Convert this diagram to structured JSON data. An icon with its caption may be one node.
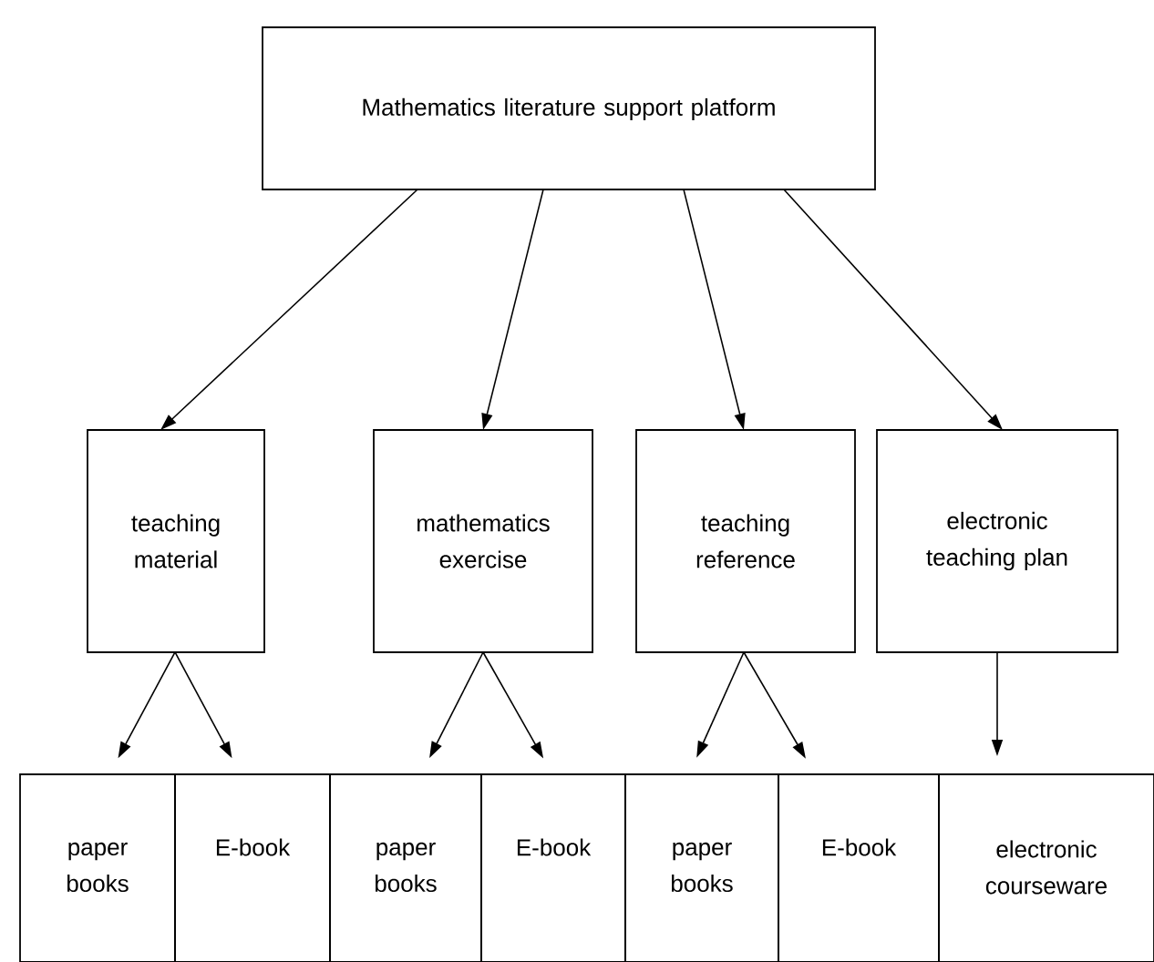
{
  "diagram": {
    "nodes": [
      {
        "text": [
          "Mathematics literature support platform"
        ]
      },
      {
        "text": [
          "teaching material"
        ]
      },
      {
        "text": [
          "mathematics exercise"
        ]
      },
      {
        "text": [
          "teaching reference"
        ]
      },
      {
        "text": [
          "electronic teaching plan"
        ]
      },
      {
        "text": [
          "paper books"
        ]
      },
      {
        "text": [
          "E-book"
        ]
      },
      {
        "text": [
          "paper books"
        ]
      },
      {
        "text": [
          "E-book"
        ]
      },
      {
        "text": [
          "paper books"
        ]
      },
      {
        "text": [
          "E-book"
        ]
      },
      {
        "text": [
          "electronic courseware"
        ]
      }
    ],
    "edges": [
      {
        "from": 0,
        "to": 1,
        "arrow": "to"
      },
      {
        "from": 0,
        "to": 2,
        "arrow": "to"
      },
      {
        "from": 0,
        "to": 3,
        "arrow": "to"
      },
      {
        "from": 0,
        "to": 4,
        "arrow": "to"
      },
      {
        "from": 1,
        "to": 5,
        "arrow": "to"
      },
      {
        "from": 1,
        "to": 6,
        "arrow": "to"
      },
      {
        "from": 2,
        "to": 7,
        "arrow": "to"
      },
      {
        "from": 2,
        "to": 8,
        "arrow": "to"
      },
      {
        "from": 3,
        "to": 9,
        "arrow": "to"
      },
      {
        "from": 3,
        "to": 10,
        "arrow": "to"
      },
      {
        "from": 4,
        "to": 11,
        "arrow": "to"
      }
    ]
  }
}
